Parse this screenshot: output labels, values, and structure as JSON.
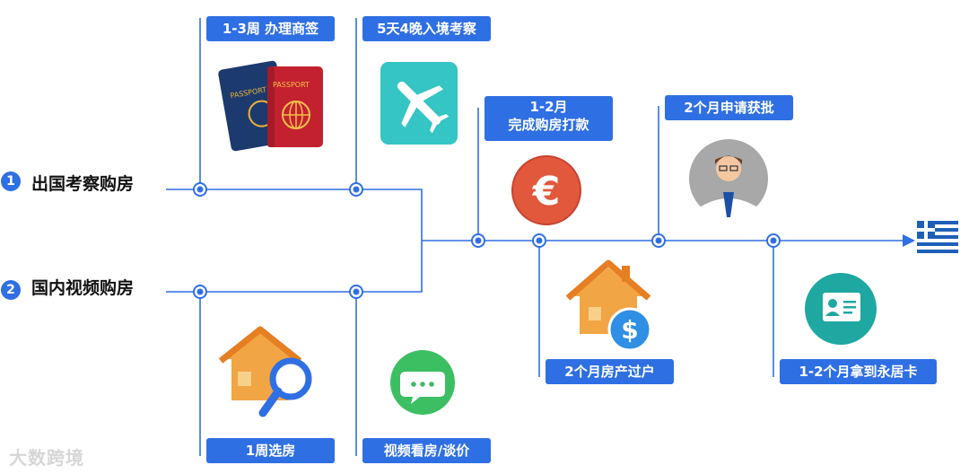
{
  "paths": {
    "overseas": {
      "num": "1",
      "label": "出国考察购房"
    },
    "domestic": {
      "num": "2",
      "label": "国内视频购房"
    }
  },
  "steps": {
    "visa": "1-3周 办理商签",
    "trip": "5天4晚入境考察",
    "payment_line1": "1-2月",
    "payment_line2": "完成购房打款",
    "approval": "2个月申请获批",
    "select": "1周选房",
    "video": "视频看房/谈价",
    "transfer": "2个月房产过户",
    "residence": "1-2个月拿到永居卡"
  },
  "icons": {
    "passport": "passport-icon",
    "plane": "airplane-icon",
    "euro": "euro-coin-icon",
    "official": "official-person-icon",
    "house_search": "house-search-icon",
    "chat": "chat-bubble-icon",
    "house_dollar": "house-dollar-icon",
    "id_card": "residence-card-icon",
    "flag": "greece-flag-icon"
  },
  "passport_text": "PASSPORT",
  "watermark": "大数跨境",
  "colors": {
    "accent": "#2f6fe4",
    "line": "#2f6fe4"
  }
}
